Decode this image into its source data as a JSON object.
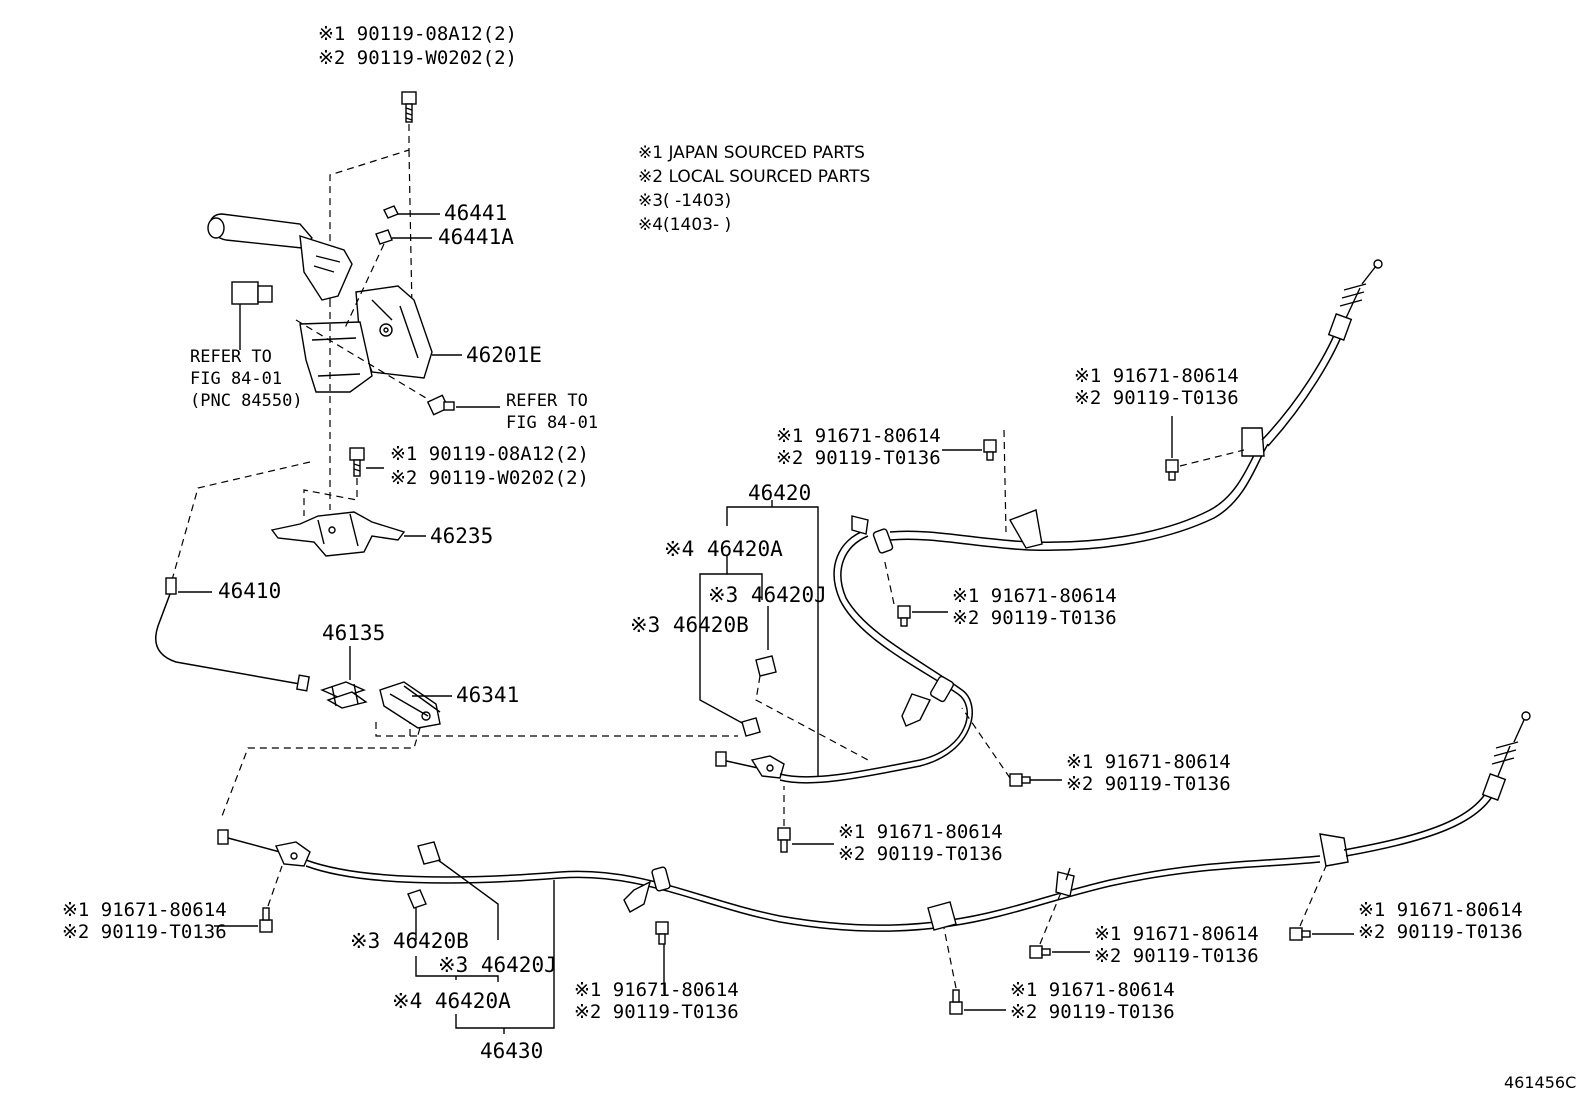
{
  "legend": {
    "line1": "※1 JAPAN SOURCED PARTS",
    "line2": "※2 LOCAL SOURCED PARTS",
    "line3": "※3(    -1403)",
    "line4": "※4(1403-    )"
  },
  "bolt_top": {
    "line1": "※1 90119-08A12(2)",
    "line2": "※2 90119-W0202(2)"
  },
  "bolt_mid": {
    "line1": "※1 90119-08A12(2)",
    "line2": "※2 90119-W0202(2)"
  },
  "parts": {
    "p46441": "46441",
    "p46441A": "46441A",
    "p46201E": "46201E",
    "p46235": "46235",
    "p46410": "46410",
    "p46135": "46135",
    "p46341": "46341",
    "p46420": "46420",
    "p46420A_r": "※4 46420A",
    "p46420J_r": "※3 46420J",
    "p46420B_r": "※3 46420B",
    "p46420B_l": "※3 46420B",
    "p46420J_l": "※3 46420J",
    "p46420A_l": "※4 46420A",
    "p46430": "46430"
  },
  "refs": {
    "left": {
      "line1": "REFER TO",
      "line2": "FIG 84-01",
      "line3": "(PNC 84550)"
    },
    "right": {
      "line1": "REFER TO",
      "line2": "FIG 84-01"
    }
  },
  "bolt_pairs": [
    {
      "line1": "※1 91671-80614",
      "line2": "※2 90119-T0136"
    },
    {
      "line1": "※1 91671-80614",
      "line2": "※2 90119-T0136"
    },
    {
      "line1": "※1 91671-80614",
      "line2": "※2 90119-T0136"
    },
    {
      "line1": "※1 91671-80614",
      "line2": "※2 90119-T0136"
    },
    {
      "line1": "※1 91671-80614",
      "line2": "※2 90119-T0136"
    },
    {
      "line1": "※1 91671-80614",
      "line2": "※2 90119-T0136"
    },
    {
      "line1": "※1 91671-80614",
      "line2": "※2 90119-T0136"
    },
    {
      "line1": "※1 91671-80614",
      "line2": "※2 90119-T0136"
    },
    {
      "line1": "※1 91671-80614",
      "line2": "※2 90119-T0136"
    },
    {
      "line1": "※1 91671-80614",
      "line2": "※2 90119-T0136"
    }
  ],
  "figure_code": "461456C",
  "icons": [
    "bolt-icon",
    "clip-icon",
    "lever-icon",
    "bracket-icon",
    "cable-icon"
  ]
}
